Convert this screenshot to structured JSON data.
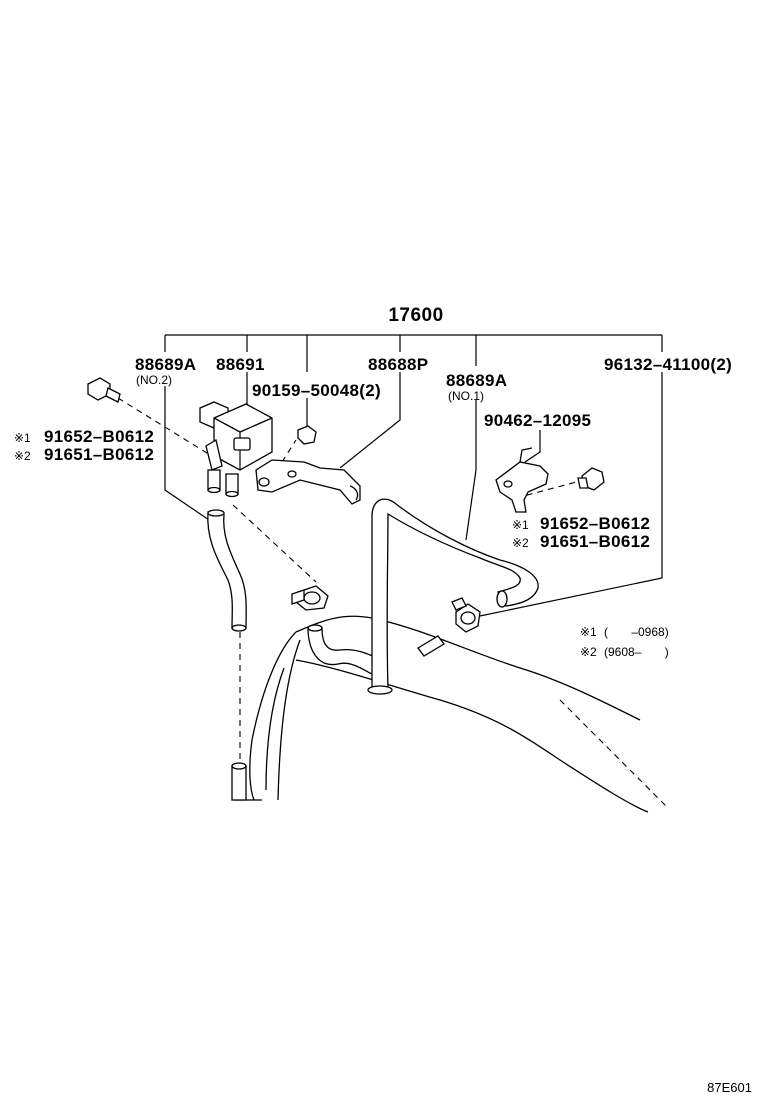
{
  "labels": {
    "assembly": "17600",
    "p_88689a_no2": "88689A",
    "p_88689a_no2_sub": "(NO.2)",
    "p_88691": "88691",
    "p_88688p": "88688P",
    "p_96132": "96132–41100(2)",
    "p_90159": "90159–50048(2)",
    "p_88689a_no1": "88689A",
    "p_88689a_no1_sub": "(NO.1)",
    "p_90462": "90462–12095",
    "left_bolt_mark1": "※1",
    "left_bolt_pn1": "91652–B0612",
    "left_bolt_mark2": "※2",
    "left_bolt_pn2": "91651–B0612",
    "right_bolt_mark1": "※1",
    "right_bolt_pn1": "91652–B0612",
    "right_bolt_mark2": "※2",
    "right_bolt_pn2": "91651–B0612",
    "note1_mark": "※1",
    "note1_range": "(       –0968)",
    "note2_mark": "※2",
    "note2_range": "(9608–       )",
    "diagram_code": "87E601"
  }
}
